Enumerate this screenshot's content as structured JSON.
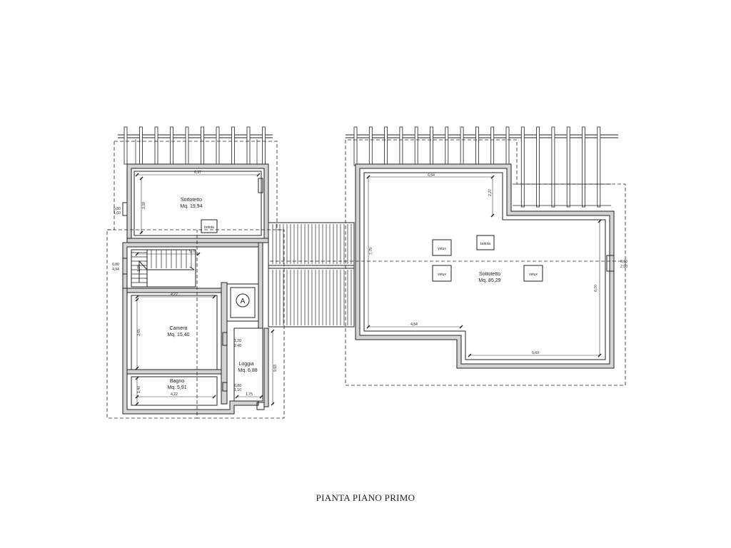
{
  "drawing": {
    "caption": "PIANTA PIANO PRIMO",
    "rooms": {
      "sottotetto_left": {
        "name": "Sottotetto",
        "area": "Mq. 19,94"
      },
      "camera": {
        "name": "Camera",
        "area": "Mq. 15,40"
      },
      "bagno": {
        "name": "Bagno",
        "area": "Mq. 5,91"
      },
      "loggia": {
        "name": "Loggia",
        "area": "Mq. 6,88"
      },
      "sottotetto_right": {
        "name": "Sottotetto",
        "area": "Mq. 85,29"
      }
    },
    "labels": {
      "botola": "botola",
      "velux": "velux",
      "stair_marker": "A"
    },
    "dimensions": {
      "d_697": "6,97",
      "d_330": "3,30",
      "d_080_a": "0,80",
      "d_160": "1,60",
      "d_080_b": "0,80",
      "d_494": "4,94",
      "d_570": "5,70",
      "d_185": "1,85",
      "d_422_a": "4,22",
      "d_365": "3,65",
      "d_120": "1,20",
      "d_240": "2,40",
      "d_080_c": "0,80",
      "d_110": "1,10",
      "d_140": "1,40",
      "d_422_b": "4,22",
      "d_175": "1,75",
      "d_993": "9,93",
      "d_654": "6,54",
      "d_227": "2,27",
      "d_775": "7,75",
      "d_484": "4,84",
      "d_660": "6,60",
      "d_670": "6,70",
      "d_080_d": "0,80",
      "d_290": "2,90"
    },
    "colors": {
      "line": "#222222",
      "wall_fill": "#d4d4d4",
      "paper": "#ffffff"
    }
  }
}
